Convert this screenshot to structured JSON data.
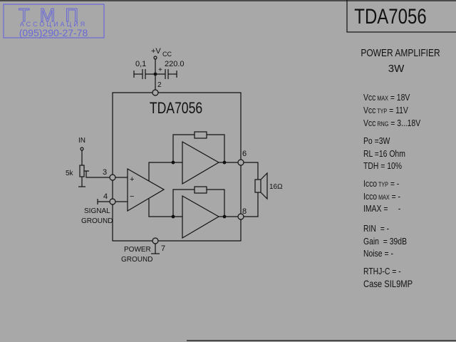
{
  "logo": {
    "title": "ТМП",
    "line1": "АССОЦИАЦИЯ",
    "line2": "(095)290-27-78",
    "color": "#6868d8"
  },
  "header": {
    "chip": "TDA7056",
    "subtitle": "POWER AMPLIFIER",
    "power": "3W"
  },
  "schematic": {
    "chip_label": "TDA7056",
    "vcc": "+V",
    "vcc_sub": "CC",
    "cap1": "0,1",
    "cap2": "220.0",
    "cap_plus": "+",
    "pins": {
      "p2": "2",
      "p3": "3",
      "p4": "4",
      "p6": "6",
      "p7": "7",
      "p8": "8"
    },
    "in_label": "IN",
    "pot_label": "5k",
    "signal_ground": [
      "SIGNAL",
      "GROUND"
    ],
    "power_ground": [
      "POWER",
      "GROUND"
    ],
    "speaker": "16Ω",
    "opamp_plus": "+",
    "opamp_minus": "−"
  },
  "specs": [
    {
      "base": "Vcc",
      "sub": " MAX",
      "value": " = 18V"
    },
    {
      "base": "Vcc",
      "sub": " TYP",
      "value": " = 11V"
    },
    {
      "base": "Vcc",
      "sub": " RNG",
      "value": " = 3...18V"
    },
    {
      "base": "Po",
      "sub": "",
      "value": " =3W"
    },
    {
      "base": "RL",
      "sub": "",
      "value": " =16 Ohm"
    },
    {
      "base": "TDH",
      "sub": "",
      "value": " = 10%"
    },
    {
      "base": "Icco",
      "sub": " TYP",
      "value": " = -"
    },
    {
      "base": "Icco",
      "sub": " MAX",
      "value": " = -"
    },
    {
      "base": "IMAX",
      "sub": "",
      "value": " =     -"
    },
    {
      "base": "RIN",
      "sub": "",
      "value": "  = -"
    },
    {
      "base": "Gain",
      "sub": "",
      "value": "  = 39dB"
    },
    {
      "base": "Noise",
      "sub": "",
      "value": " = -"
    },
    {
      "base": "RTHJ-C",
      "sub": "",
      "value": " = -"
    },
    {
      "base": "Case SIL9MP",
      "sub": "",
      "value": ""
    }
  ]
}
